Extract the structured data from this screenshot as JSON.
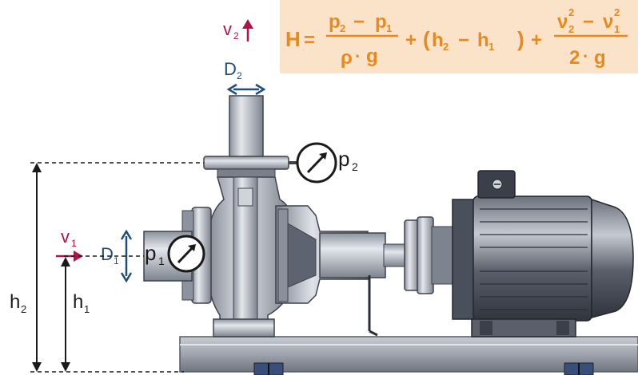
{
  "colors": {
    "accent_orange": "#e8891e",
    "formula_bg": "#fbe3c9",
    "velocity_red": "#b0124a",
    "diameter_blue": "#1f4e79",
    "text_dark": "#1a1a1a",
    "metal_light": "#d6d9e0",
    "metal_mid": "#9aa0ab",
    "metal_dark": "#4a4f5a",
    "motor_dark": "#2e3440",
    "base_gray": "#8a8f99"
  },
  "formula": {
    "lhs": "H",
    "eq": "=",
    "frac1_num_a": "p",
    "frac1_num_a_sub": "2",
    "frac1_num_minus": "−",
    "frac1_num_b": "p",
    "frac1_num_b_sub": "1",
    "frac1_den_rho": "ρ",
    "frac1_den_dot": "·",
    "frac1_den_g": "g",
    "plus1": "+",
    "paren_open": "(",
    "h_a": "h",
    "h_a_sub": "2",
    "h_minus": "−",
    "h_b": "h",
    "h_b_sub": "1",
    "paren_close": ")",
    "plus2": "+",
    "frac2_num_a": "ν",
    "frac2_num_a_sup": "2",
    "frac2_num_a_sub": "2",
    "frac2_num_minus": "−",
    "frac2_num_b": "ν",
    "frac2_num_b_sup": "2",
    "frac2_num_b_sub": "1",
    "frac2_den_two": "2",
    "frac2_den_dot": "·",
    "frac2_den_g": "g"
  },
  "labels": {
    "v2": "v",
    "v2_sub": "2",
    "D2": "D",
    "D2_sub": "2",
    "p2": "p",
    "p2_sub": "2",
    "v1": "v",
    "v1_sub": "1",
    "D1": "D",
    "D1_sub": "1",
    "p1": "p",
    "p1_sub": "1",
    "h2": "h",
    "h2_sub": "2",
    "h1": "h",
    "h1_sub": "1"
  },
  "icons": [
    "pressure-gauge-icon",
    "velocity-arrow-icon",
    "diameter-arrow-icon",
    "height-dimension-icon"
  ]
}
